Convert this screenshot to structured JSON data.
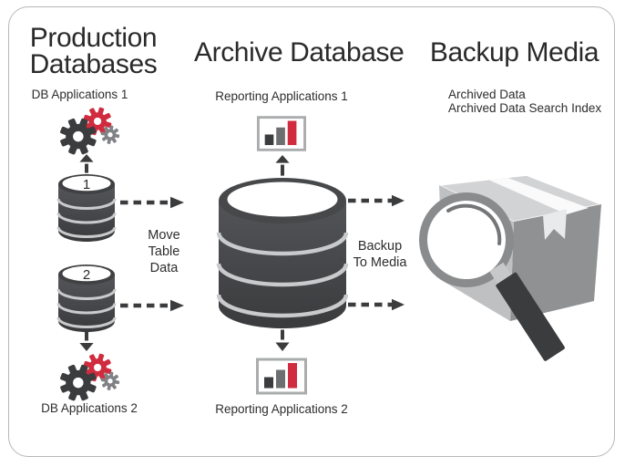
{
  "colors": {
    "dark": "#3b3c3e",
    "red": "#d02b3e",
    "gray": "#808285",
    "light_gray": "#c9cacb",
    "heading_text": "#2a2a2a",
    "border": "#b5b7b9"
  },
  "production": {
    "title_line1": "Production",
    "title_line2": "Databases",
    "app1": "DB Applications 1",
    "app2": "DB Applications 2",
    "db1_number": "1",
    "db2_number": "2"
  },
  "archive": {
    "title": "Archive Database",
    "reporting1": "Reporting Applications 1",
    "reporting2": "Reporting Applications 2"
  },
  "backup": {
    "title": "Backup Media",
    "item1": "Archived Data",
    "item2": "Archived Data Search Index"
  },
  "flow": {
    "move1": "Move",
    "move2": "Table",
    "move3": "Data",
    "backup1": "Backup",
    "backup2": "To Media"
  }
}
